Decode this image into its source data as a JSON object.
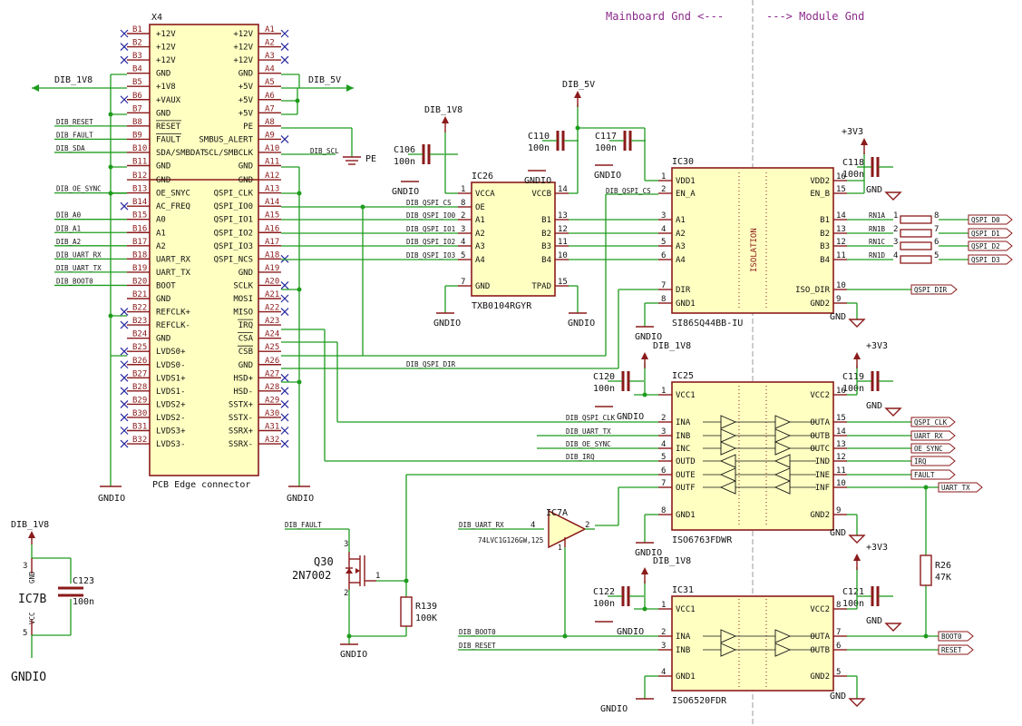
{
  "header": {
    "left_title": "Mainboard Gnd <---",
    "right_title": "---> Module Gnd"
  },
  "x4": {
    "ref": "X4",
    "value": "PCB Edge connector",
    "b_pins": [
      {
        "num": "B1",
        "name": "+12V",
        "net": ""
      },
      {
        "num": "B2",
        "name": "+12V",
        "net": ""
      },
      {
        "num": "B3",
        "name": "+12V",
        "net": ""
      },
      {
        "num": "B4",
        "name": "GND",
        "net": ""
      },
      {
        "num": "B5",
        "name": "+1V8",
        "net": ""
      },
      {
        "num": "B6",
        "name": "+VAUX",
        "net": ""
      },
      {
        "num": "B7",
        "name": "GND",
        "net": ""
      },
      {
        "num": "B8",
        "name": "RESET",
        "net": "DIB_RESET"
      },
      {
        "num": "B9",
        "name": "FAULT",
        "net": "DIB_FAULT"
      },
      {
        "num": "B10",
        "name": "SDA/SMBDAT",
        "net": "DIB_SDA"
      },
      {
        "num": "B11",
        "name": "GND",
        "net": ""
      },
      {
        "num": "B12",
        "name": "GND",
        "net": ""
      },
      {
        "num": "B13",
        "name": "OE_SNYC",
        "net": "DIB_OE_SYNC"
      },
      {
        "num": "B14",
        "name": "AC_FREQ",
        "net": ""
      },
      {
        "num": "B15",
        "name": "A0",
        "net": "DIB_A0"
      },
      {
        "num": "B16",
        "name": "A1",
        "net": "DIB_A1"
      },
      {
        "num": "B17",
        "name": "A2",
        "net": "DIB_A2"
      },
      {
        "num": "B18",
        "name": "UART_RX",
        "net": "DIB_UART_RX"
      },
      {
        "num": "B19",
        "name": "UART_TX",
        "net": "DIB_UART_TX"
      },
      {
        "num": "B20",
        "name": "BOOT",
        "net": "DIB_BOOT0"
      },
      {
        "num": "B21",
        "name": "GND",
        "net": ""
      },
      {
        "num": "B22",
        "name": "REFCLK+",
        "net": ""
      },
      {
        "num": "B23",
        "name": "REFCLK-",
        "net": ""
      },
      {
        "num": "B24",
        "name": "GND",
        "net": ""
      },
      {
        "num": "B25",
        "name": "LVDS0+",
        "net": ""
      },
      {
        "num": "B26",
        "name": "LVDS0-",
        "net": ""
      },
      {
        "num": "B27",
        "name": "LVDS1+",
        "net": ""
      },
      {
        "num": "B28",
        "name": "LVDS1-",
        "net": ""
      },
      {
        "num": "B29",
        "name": "LVDS2+",
        "net": ""
      },
      {
        "num": "B30",
        "name": "LVDS2-",
        "net": ""
      },
      {
        "num": "B31",
        "name": "LVDS3+",
        "net": ""
      },
      {
        "num": "B32",
        "name": "LVDS3-",
        "net": ""
      }
    ],
    "a_pins": [
      {
        "num": "A1",
        "name": "+12V",
        "net": ""
      },
      {
        "num": "A2",
        "name": "+12V",
        "net": ""
      },
      {
        "num": "A3",
        "name": "+12V",
        "net": ""
      },
      {
        "num": "A4",
        "name": "GND",
        "net": ""
      },
      {
        "num": "A5",
        "name": "+5V",
        "net": ""
      },
      {
        "num": "A6",
        "name": "+5V",
        "net": ""
      },
      {
        "num": "A7",
        "name": "+5V",
        "net": ""
      },
      {
        "num": "A8",
        "name": "PE",
        "net": ""
      },
      {
        "num": "A9",
        "name": "SMBUS_ALERT",
        "net": ""
      },
      {
        "num": "A10",
        "name": "SCL/SMBCLK",
        "net": "DIB_SCL"
      },
      {
        "num": "A11",
        "name": "GND",
        "net": ""
      },
      {
        "num": "A12",
        "name": "GND",
        "net": ""
      },
      {
        "num": "A13",
        "name": "QSPI_CLK",
        "net": ""
      },
      {
        "num": "A14",
        "name": "QSPI_IO0",
        "net": ""
      },
      {
        "num": "A15",
        "name": "QSPI_IO1",
        "net": ""
      },
      {
        "num": "A16",
        "name": "QSPI_IO2",
        "net": ""
      },
      {
        "num": "A17",
        "name": "QSPI_IO3",
        "net": ""
      },
      {
        "num": "A18",
        "name": "QSPI_NCS",
        "net": ""
      },
      {
        "num": "A19",
        "name": "GND",
        "net": ""
      },
      {
        "num": "A20",
        "name": "SCLK",
        "net": ""
      },
      {
        "num": "A21",
        "name": "MOSI",
        "net": ""
      },
      {
        "num": "A22",
        "name": "MISO",
        "net": ""
      },
      {
        "num": "A23",
        "name": "IRQ",
        "net": ""
      },
      {
        "num": "A24",
        "name": "CSA",
        "net": ""
      },
      {
        "num": "A25",
        "name": "CSB",
        "net": "DIB_QSPI_DIR"
      },
      {
        "num": "A26",
        "name": "GND",
        "net": ""
      },
      {
        "num": "A27",
        "name": "HSD+",
        "net": ""
      },
      {
        "num": "A28",
        "name": "HSD-",
        "net": ""
      },
      {
        "num": "A29",
        "name": "SSTX+",
        "net": ""
      },
      {
        "num": "A30",
        "name": "SSTX-",
        "net": ""
      },
      {
        "num": "A31",
        "name": "SSRX+",
        "net": ""
      },
      {
        "num": "A32",
        "name": "SSRX-",
        "net": ""
      }
    ]
  },
  "power": {
    "dib_1v8": "DIB_1V8",
    "dib_5v": "DIB_5V",
    "v3v3": "+3V3",
    "gnd": "GND",
    "gndio": "GNDIO",
    "pe": "PE"
  },
  "ic26": {
    "ref": "IC26",
    "value": "TXB0104RGYR",
    "left": [
      {
        "num": "1",
        "name": "VCCA"
      },
      {
        "num": "8",
        "name": "OE"
      },
      {
        "num": "2",
        "name": "A1"
      },
      {
        "num": "3",
        "name": "A2"
      },
      {
        "num": "4",
        "name": "A3"
      },
      {
        "num": "5",
        "name": "A4"
      },
      {
        "num": "7",
        "name": "GND"
      }
    ],
    "right": [
      {
        "num": "14",
        "name": "VCCB"
      },
      {
        "num": "13",
        "name": "B1"
      },
      {
        "num": "12",
        "name": "B2"
      },
      {
        "num": "11",
        "name": "B3"
      },
      {
        "num": "10",
        "name": "B4"
      },
      {
        "num": "15",
        "name": "TPAD"
      }
    ],
    "nets": [
      "DIB_QSPI_CS",
      "DIB_QSPI_IO0",
      "DIB_QSPI_IO1",
      "DIB_QSPI_IO2",
      "DIB_QSPI_IO3"
    ]
  },
  "ic30": {
    "ref": "IC30",
    "value": "SI86SQ44BB-IU",
    "center": "ISOLATION",
    "left": [
      {
        "num": "1",
        "name": "VDD1"
      },
      {
        "num": "2",
        "name": "EN_A"
      },
      {
        "num": "3",
        "name": "A1"
      },
      {
        "num": "4",
        "name": "A2"
      },
      {
        "num": "5",
        "name": "A3"
      },
      {
        "num": "6",
        "name": "A4"
      },
      {
        "num": "7",
        "name": "DIR"
      },
      {
        "num": "8",
        "name": "GND1"
      }
    ],
    "right": [
      {
        "num": "16",
        "name": "VDD2"
      },
      {
        "num": "15",
        "name": "EN_B"
      },
      {
        "num": "14",
        "name": "B1"
      },
      {
        "num": "13",
        "name": "B2"
      },
      {
        "num": "12",
        "name": "B3"
      },
      {
        "num": "11",
        "name": "B4"
      },
      {
        "num": "10",
        "name": "ISO_DIR"
      },
      {
        "num": "9",
        "name": "GND2"
      }
    ],
    "en_net": "DIB_QSPI_CS"
  },
  "ic25": {
    "ref": "IC25",
    "value": "ISO6763FDWR",
    "left": [
      {
        "num": "1",
        "name": "VCC1"
      },
      {
        "num": "2",
        "name": "INA"
      },
      {
        "num": "3",
        "name": "INB"
      },
      {
        "num": "4",
        "name": "INC"
      },
      {
        "num": "5",
        "name": "OUTD"
      },
      {
        "num": "6",
        "name": "OUTE"
      },
      {
        "num": "7",
        "name": "OUTF"
      },
      {
        "num": "8",
        "name": "GND1"
      }
    ],
    "right": [
      {
        "num": "16",
        "name": "VCC2"
      },
      {
        "num": "15",
        "name": "OUTA"
      },
      {
        "num": "14",
        "name": "OUTB"
      },
      {
        "num": "13",
        "name": "OUTC"
      },
      {
        "num": "12",
        "name": "IND"
      },
      {
        "num": "11",
        "name": "INE"
      },
      {
        "num": "10",
        "name": "INF"
      },
      {
        "num": "9",
        "name": "GND2"
      }
    ],
    "nets": [
      "DIB_QSPI_CLK",
      "DIB_UART_TX",
      "DIB_OE_SYNC",
      "DIB_IRQ"
    ]
  },
  "ic31": {
    "ref": "IC31",
    "value": "ISO6520FDR",
    "left": [
      {
        "num": "1",
        "name": "VCC1"
      },
      {
        "num": "2",
        "name": "INA"
      },
      {
        "num": "3",
        "name": "INB"
      },
      {
        "num": "4",
        "name": "GND1"
      }
    ],
    "right": [
      {
        "num": "8",
        "name": "VCC2"
      },
      {
        "num": "7",
        "name": "OUTA"
      },
      {
        "num": "6",
        "name": "OUTB"
      },
      {
        "num": "5",
        "name": "GND2"
      }
    ],
    "nets": [
      "DIB_BOOT0",
      "DIB_RESET"
    ]
  },
  "ic7": {
    "ref": "IC7A",
    "value": "74LVC1G126GW,125",
    "ref_b": "IC7B",
    "pin_in": "4",
    "pin_out": "2",
    "pin_oe": "1",
    "pin_gnd": "3",
    "pin_vcc": "5",
    "gnd_label": "GND",
    "vcc_label": "VCC",
    "in_net": "DIB_UART_RX"
  },
  "q30": {
    "ref": "Q30",
    "value": "2N7002",
    "net": "DIB_FAULT",
    "pin_gate": "1",
    "pin_drain": "3",
    "pin_source": "2"
  },
  "resnet": [
    {
      "ref": "RN1A",
      "p1": "1",
      "p2": "8"
    },
    {
      "ref": "RN1B",
      "p1": "2",
      "p2": "7"
    },
    {
      "ref": "RN1C",
      "p1": "3",
      "p2": "6"
    },
    {
      "ref": "RN1D",
      "p1": "4",
      "p2": "5"
    }
  ],
  "r139": {
    "ref": "R139",
    "value": "100K"
  },
  "r26": {
    "ref": "R26",
    "value": "47K"
  },
  "caps": [
    {
      "ref": "C106",
      "value": "100n"
    },
    {
      "ref": "C110",
      "value": "100n"
    },
    {
      "ref": "C117",
      "value": "100n"
    },
    {
      "ref": "C118",
      "value": "100n"
    },
    {
      "ref": "C120",
      "value": "100n"
    },
    {
      "ref": "C119",
      "value": "100n"
    },
    {
      "ref": "C122",
      "value": "100n"
    },
    {
      "ref": "C121",
      "value": "100n"
    },
    {
      "ref": "C123",
      "value": "100n"
    }
  ],
  "global_labels": {
    "qspi": [
      "QSPI_D0",
      "QSPI_D1",
      "QSPI_D2",
      "QSPI_D3"
    ],
    "qspi_dir": "QSPI_DIR",
    "ic25_out": [
      "QSPI_CLK",
      "UART_RX",
      "OE_SYNC",
      "IRQ",
      "FAULT",
      "UART_TX"
    ],
    "ic31_out": [
      "BOOT0",
      "RESET"
    ]
  }
}
